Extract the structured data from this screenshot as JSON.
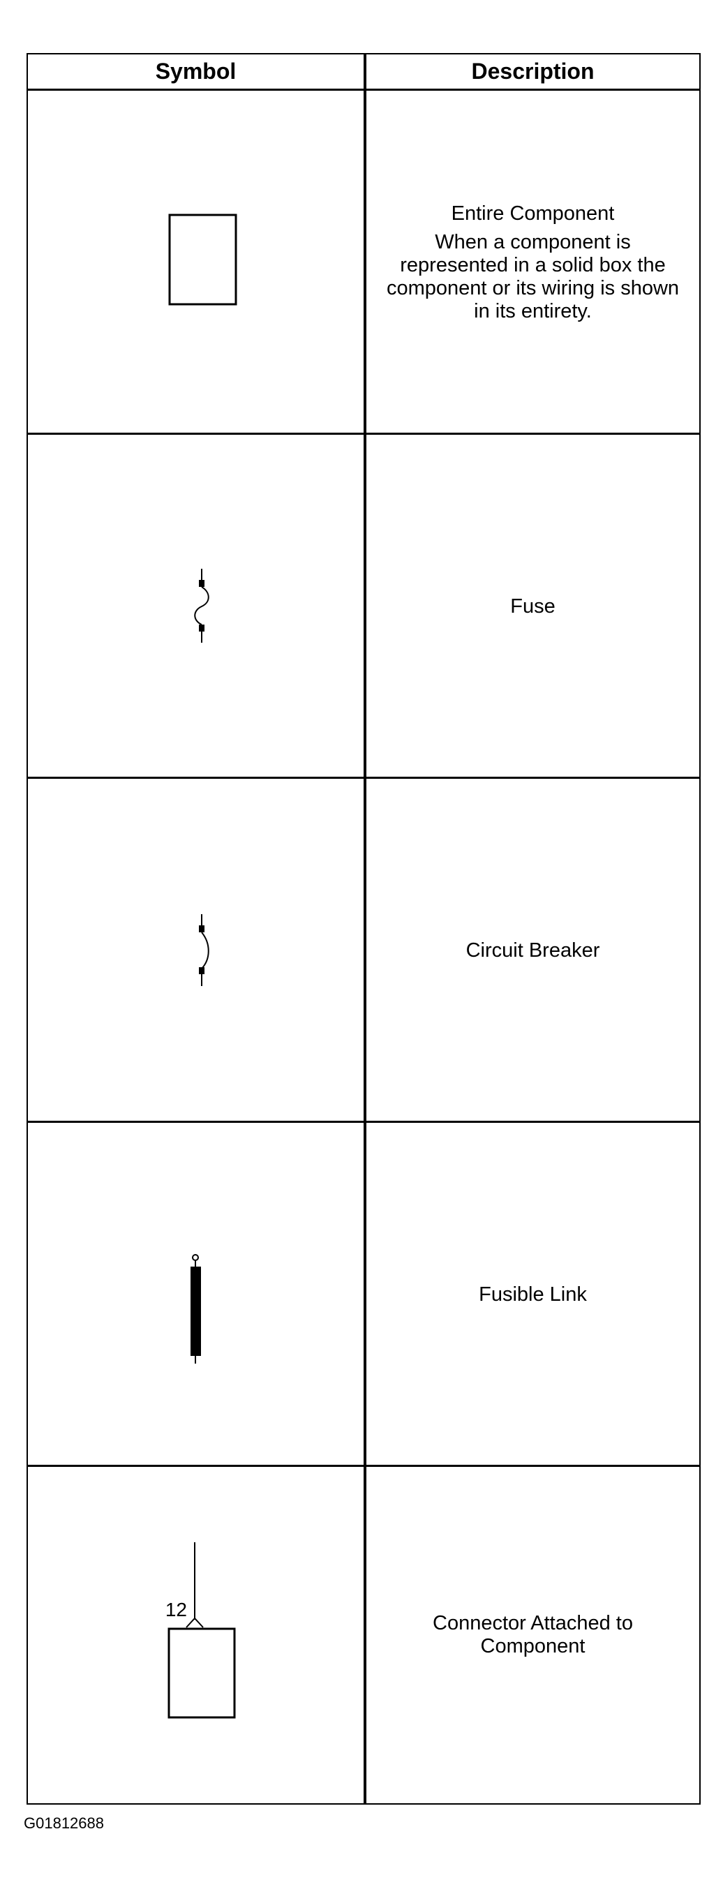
{
  "table": {
    "header": {
      "symbol": "Symbol",
      "description": "Description"
    },
    "rows": [
      {
        "symbol_icon": "entire-component-box-icon",
        "title": "Entire Component",
        "body": "When a component is represented in a solid box the component or its wiring is shown in its entirety."
      },
      {
        "symbol_icon": "fuse-icon",
        "title": "Fuse",
        "body": ""
      },
      {
        "symbol_icon": "circuit-breaker-icon",
        "title": "Circuit Breaker",
        "body": ""
      },
      {
        "symbol_icon": "fusible-link-icon",
        "title": "Fusible Link",
        "body": ""
      },
      {
        "symbol_icon": "connector-attached-component-icon",
        "title": "Connector Attached to Component",
        "body": "",
        "connector_label": "12"
      }
    ]
  },
  "figure_id": "G01812688"
}
